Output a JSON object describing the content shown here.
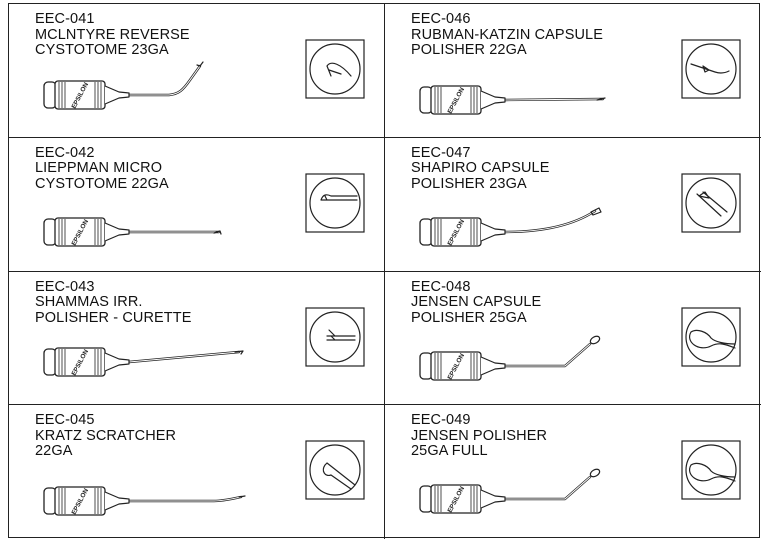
{
  "products": [
    {
      "code": "EEC-041",
      "name_lines": [
        "MCLNTYRE REVERSE",
        "CYSTOTOME 23GA"
      ],
      "brand": "EPSILON",
      "tip": "reverse-hook"
    },
    {
      "code": "EEC-046",
      "name_lines": [
        "RUBMAN-KATZIN CAPSULE",
        "POLISHER 22GA"
      ],
      "brand": "EPSILON",
      "tip": "polisher-bent"
    },
    {
      "code": "EEC-042",
      "name_lines": [
        "LIEPPMAN MICRO",
        "CYSTOTOME 22GA"
      ],
      "brand": "EPSILON",
      "tip": "micro-hook"
    },
    {
      "code": "EEC-047",
      "name_lines": [
        "SHAPIRO CAPSULE",
        "POLISHER 23GA"
      ],
      "brand": "EPSILON",
      "tip": "curved-polisher"
    },
    {
      "code": "EEC-043",
      "name_lines": [
        "SHAMMAS IRR.",
        "POLISHER - CURETTE"
      ],
      "brand": "EPSILON",
      "tip": "curette"
    },
    {
      "code": "EEC-048",
      "name_lines": [
        "JENSEN CAPSULE",
        "POLISHER 25GA"
      ],
      "brand": "EPSILON",
      "tip": "jensen-bulb"
    },
    {
      "code": "EEC-045",
      "name_lines": [
        "KRATZ SCRATCHER",
        "22GA"
      ],
      "brand": "EPSILON",
      "tip": "scratcher"
    },
    {
      "code": "EEC-049",
      "name_lines": [
        "JENSEN POLISHER",
        "25GA FULL"
      ],
      "brand": "EPSILON",
      "tip": "jensen-bulb"
    }
  ],
  "colors": {
    "line": "#222222",
    "fill": "#ffffff",
    "band": "#333333"
  }
}
